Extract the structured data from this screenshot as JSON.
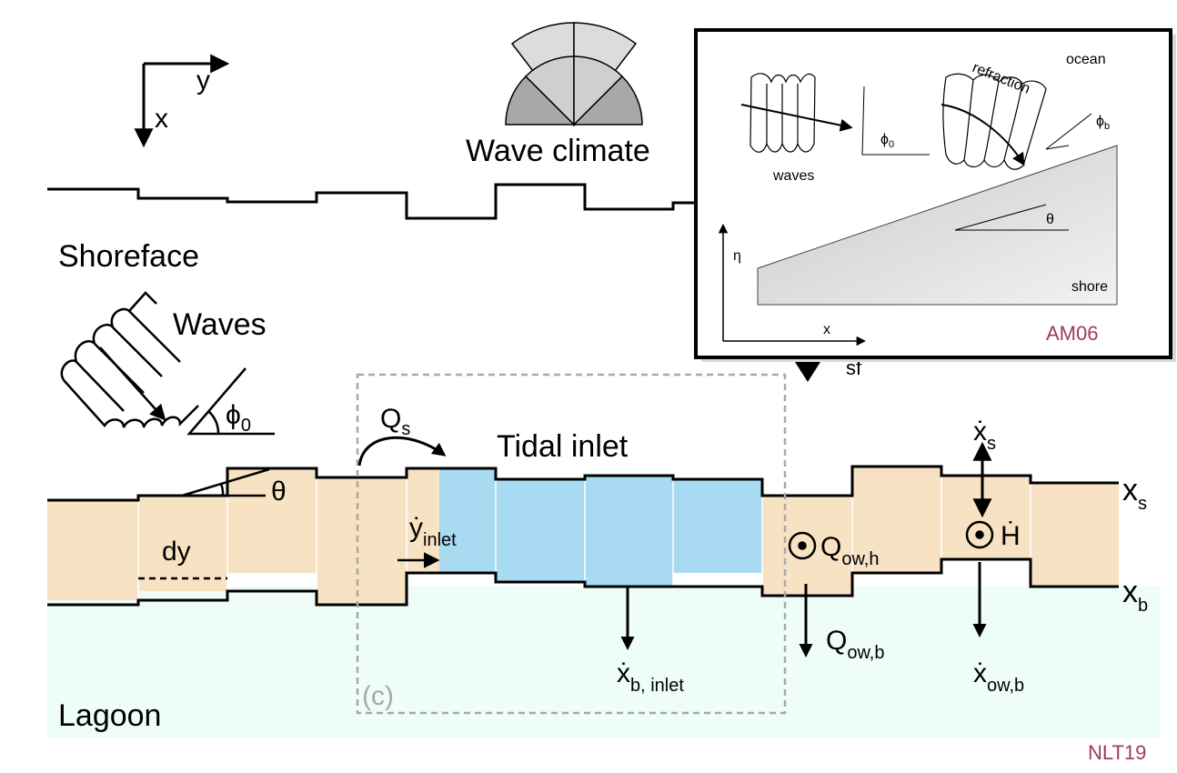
{
  "labels": {
    "axis_y": "y",
    "axis_x": "x",
    "wave_climate": "Wave climate",
    "shoreface": "Shoreface",
    "waves": "Waves",
    "phi": "ϕ",
    "phi_sub": "0",
    "q": "Q",
    "q_sub": "s",
    "tidal_inlet": "Tidal inlet",
    "theta": "θ",
    "dy": "dy",
    "y_inlet_main": "ẏ",
    "y_inlet_sub": "inlet",
    "xb_inlet_main": "ẋ",
    "xb_inlet_sub": "b, inlet",
    "qowh_main": "Q",
    "qowh_sub": "ow,h",
    "qowb_main": "Q",
    "qowb_sub": "ow,b",
    "xs_dot_main": "ẋ",
    "xs_dot_sub": "s",
    "h_dot": "Ḣ",
    "xowb_main": "ẋ",
    "xowb_sub": "ow,b",
    "xs_main": "x",
    "xs_sub": "s",
    "xb_main": "x",
    "xb_sub": "b",
    "sf_partial": "sf",
    "c_label": "(c)",
    "lagoon": "Lagoon",
    "credit": "NLT19"
  },
  "inset": {
    "refraction": "refraction",
    "ocean": "ocean",
    "waves": "waves",
    "phi0_main": "ϕ",
    "phi0_sub": "0",
    "phib_main": "ϕ",
    "phib_sub": "b",
    "theta": "θ",
    "eta": "η",
    "x": "x",
    "shore": "shore",
    "credit": "AM06"
  },
  "colors": {
    "barrier": "#f8e2c4",
    "inlet": "#a8daf2",
    "lagoon": "#eefdf8",
    "credit": "#a03a5e",
    "dashed_box": "#a8a8a8"
  }
}
